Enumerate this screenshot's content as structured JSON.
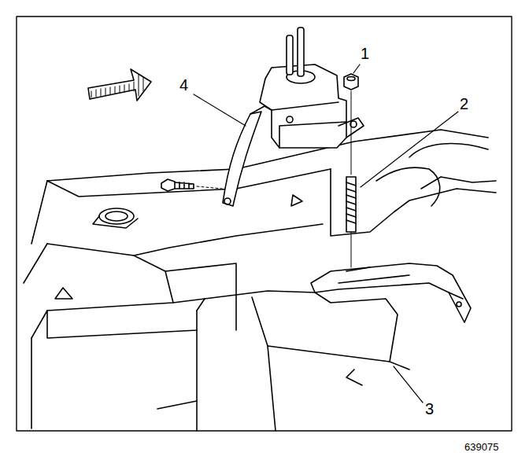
{
  "diagram": {
    "labels": [
      "1",
      "2",
      "3",
      "4",
      "639075"
    ]
  }
}
